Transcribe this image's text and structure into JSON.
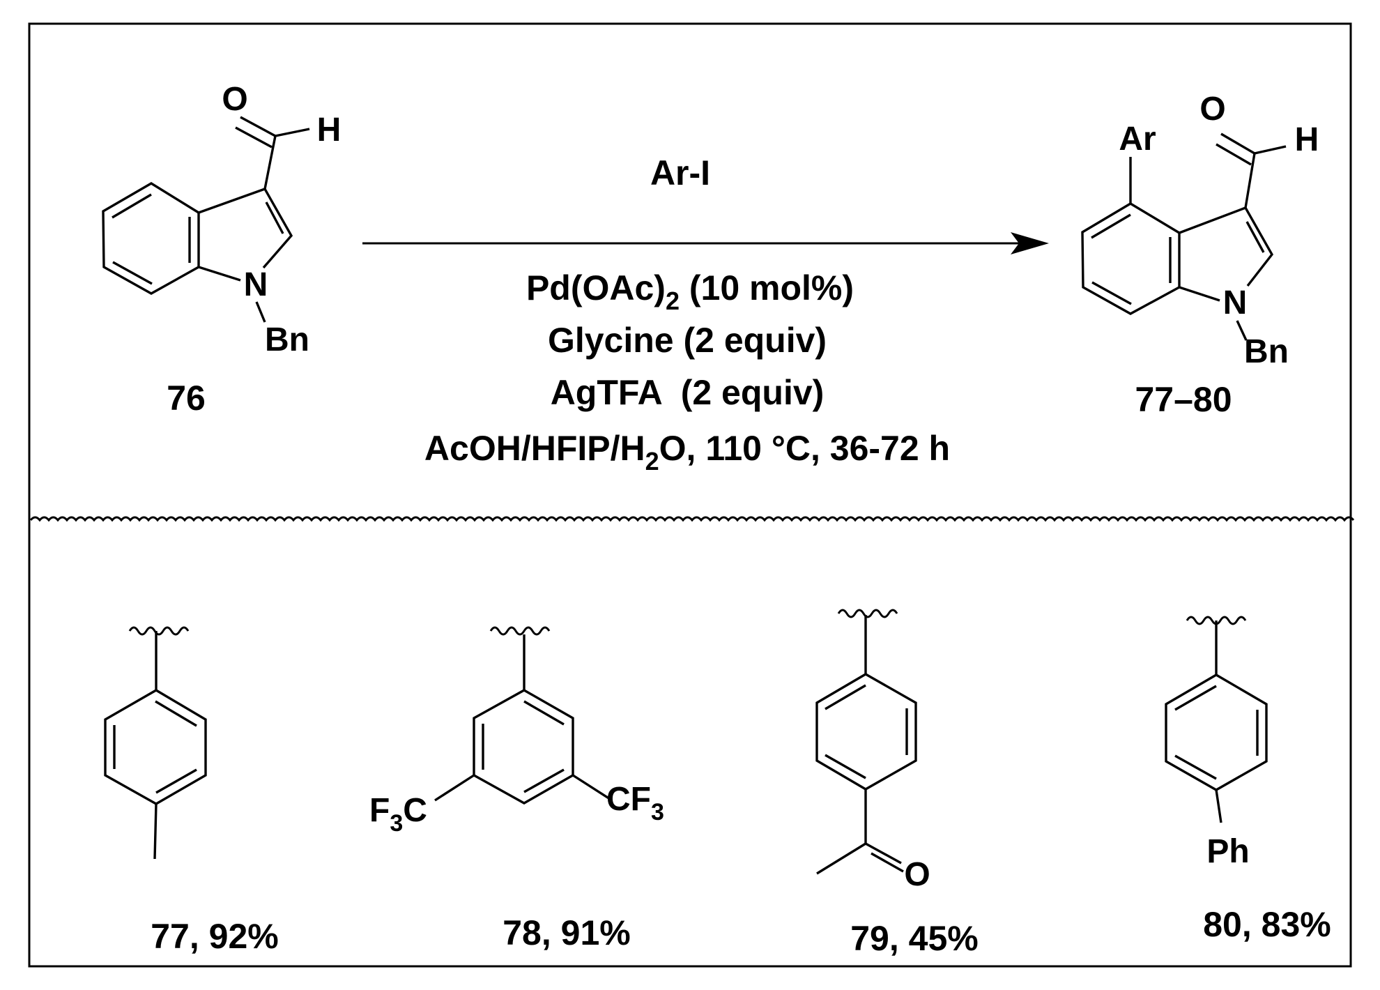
{
  "reactant": {
    "compound_number": "76",
    "atoms": {
      "o": "O",
      "h": "H",
      "n": "N",
      "bn": "Bn"
    }
  },
  "conditions": {
    "reagent": "Ar-I",
    "lines": [
      {
        "main": "Pd(OAc)",
        "sub": "2",
        "rest": " (10 mol%)"
      },
      {
        "main": "Glycine (2 equiv)"
      },
      {
        "main": "AgTFA  (2 equiv)"
      },
      {
        "main": "AcOH/HFIP/H",
        "sub": "2",
        "rest": "O, 110 °C, 36-72 h"
      }
    ]
  },
  "product": {
    "compound_number": "77–80",
    "atoms": {
      "ar": "Ar",
      "o": "O",
      "h": "H",
      "n": "N",
      "bn": "Bn"
    }
  },
  "substituents": [
    {
      "id": "77",
      "label": "77, 92%"
    },
    {
      "id": "78",
      "label": "78, 91%",
      "groups": {
        "left_main": "F",
        "left_sub": "3",
        "left_rest": "C",
        "right_main": "CF",
        "right_sub": "3"
      }
    },
    {
      "id": "79",
      "label": "79, 45%",
      "groups": {
        "o": "O"
      }
    },
    {
      "id": "80",
      "label": "80, 83%",
      "groups": {
        "ph": "Ph"
      }
    }
  ]
}
